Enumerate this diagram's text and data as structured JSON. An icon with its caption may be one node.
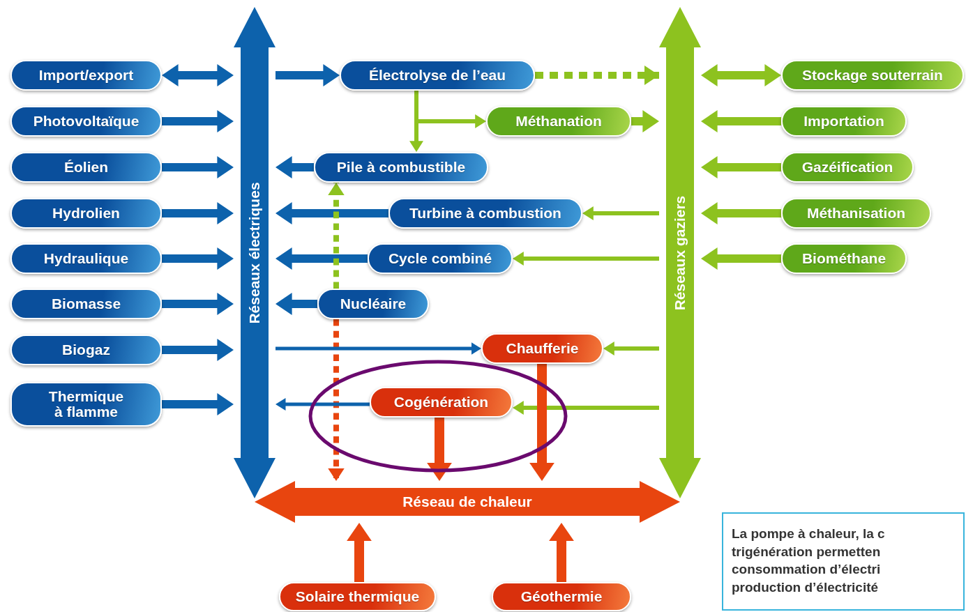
{
  "diagram": {
    "nodes": [
      {
        "text": [
          "Réseaux électriques"
        ]
      },
      {
        "text": [
          "Réseaux gaziers"
        ]
      },
      {
        "text": [
          "Réseau de chaleur"
        ]
      },
      {
        "text": [
          "Import/export"
        ]
      },
      {
        "text": [
          "Photovoltaïque"
        ]
      },
      {
        "text": [
          "Éolien"
        ]
      },
      {
        "text": [
          "Hydrolien"
        ]
      },
      {
        "text": [
          "Hydraulique"
        ]
      },
      {
        "text": [
          "Biomasse"
        ]
      },
      {
        "text": [
          "Biogaz"
        ]
      },
      {
        "text": [
          "Thermique à flamme"
        ]
      },
      {
        "text": [
          "Électrolyse de l’eau"
        ]
      },
      {
        "text": [
          "Méthanation"
        ]
      },
      {
        "text": [
          "Pile à combustible"
        ]
      },
      {
        "text": [
          "Turbine à combustion"
        ]
      },
      {
        "text": [
          "Cycle combiné"
        ]
      },
      {
        "text": [
          "Nucléaire"
        ]
      },
      {
        "text": [
          "Chaufferie"
        ]
      },
      {
        "text": [
          "Cogénération"
        ]
      },
      {
        "text": [
          "Stockage souterrain"
        ]
      },
      {
        "text": [
          "Importation"
        ]
      },
      {
        "text": [
          "Gazéification"
        ]
      },
      {
        "text": [
          "Méthanisation"
        ]
      },
      {
        "text": [
          "Biométhane"
        ]
      },
      {
        "text": [
          "Solaire thermique"
        ]
      },
      {
        "text": [
          "Géothermie"
        ]
      }
    ],
    "edges": [
      {
        "from": 3,
        "to": 0,
        "arrow": "both"
      },
      {
        "from": 4,
        "to": 0,
        "arrow": "to"
      },
      {
        "from": 5,
        "to": 0,
        "arrow": "to"
      },
      {
        "from": 6,
        "to": 0,
        "arrow": "to"
      },
      {
        "from": 7,
        "to": 0,
        "arrow": "to"
      },
      {
        "from": 8,
        "to": 0,
        "arrow": "to"
      },
      {
        "from": 9,
        "to": 0,
        "arrow": "to"
      },
      {
        "from": 10,
        "to": 0,
        "arrow": "to"
      },
      {
        "from": 0,
        "to": 11,
        "arrow": "to"
      },
      {
        "from": 11,
        "to": 1,
        "arrow": "to",
        "style": "dashed",
        "color": "#8dc21f"
      },
      {
        "from": 11,
        "to": 12,
        "arrow": "to",
        "color": "#8dc21f"
      },
      {
        "from": 11,
        "to": 13,
        "arrow": "to",
        "color": "#8dc21f"
      },
      {
        "from": 12,
        "to": 1,
        "arrow": "to",
        "color": "#8dc21f"
      },
      {
        "from": 13,
        "to": 0,
        "arrow": "to"
      },
      {
        "from": 14,
        "to": 0,
        "arrow": "to"
      },
      {
        "from": 1,
        "to": 14,
        "arrow": "to",
        "color": "#8dc21f"
      },
      {
        "from": 15,
        "to": 0,
        "arrow": "to"
      },
      {
        "from": 1,
        "to": 15,
        "arrow": "to",
        "color": "#8dc21f"
      },
      {
        "from": 16,
        "to": 0,
        "arrow": "to"
      },
      {
        "from": 16,
        "to": 13,
        "arrow": "to",
        "style": "dashed",
        "color": "#8dc21f"
      },
      {
        "from": 16,
        "to": 2,
        "arrow": "to",
        "style": "dashed",
        "color": "#e8450f"
      },
      {
        "from": 0,
        "to": 17,
        "arrow": "to"
      },
      {
        "from": 1,
        "to": 17,
        "arrow": "to",
        "color": "#8dc21f"
      },
      {
        "from": 18,
        "to": 0,
        "arrow": "to"
      },
      {
        "from": 1,
        "to": 18,
        "arrow": "to",
        "color": "#8dc21f"
      },
      {
        "from": 18,
        "to": 2,
        "arrow": "to",
        "color": "#e8450f"
      },
      {
        "from": 17,
        "to": 2,
        "arrow": "to",
        "color": "#e8450f"
      },
      {
        "from": 19,
        "to": 1,
        "arrow": "both",
        "color": "#8dc21f"
      },
      {
        "from": 20,
        "to": 1,
        "arrow": "to",
        "color": "#8dc21f"
      },
      {
        "from": 21,
        "to": 1,
        "arrow": "to",
        "color": "#8dc21f"
      },
      {
        "from": 22,
        "to": 1,
        "arrow": "to",
        "color": "#8dc21f"
      },
      {
        "from": 23,
        "to": 1,
        "arrow": "to",
        "color": "#8dc21f"
      },
      {
        "from": 24,
        "to": 2,
        "arrow": "to",
        "color": "#e8450f"
      },
      {
        "from": 25,
        "to": 2,
        "arrow": "to",
        "color": "#e8450f"
      }
    ],
    "labels": [
      "La pompe à chaleur, la c trigénération permetten consommation d’électri production d’électricité"
    ]
  }
}
